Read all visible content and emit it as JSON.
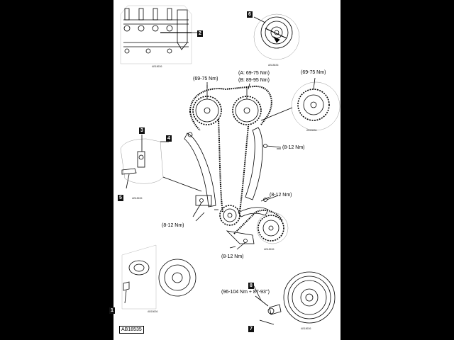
{
  "torque_labels": {
    "cam_left": "(69-75 Nm)",
    "cam_right_a": "(A: 69-75 Nm)",
    "cam_right_b": "(B: 89-95 Nm)",
    "detail_sprocket": "(69-75 Nm)",
    "guide_right": "(8-12 Nm)",
    "guide_mid_right": "(8-12 Nm)",
    "guide_left": "(8-12 Nm)",
    "guide_bottom": "(8-12 Nm)",
    "crank_bolt": "(96-104 Nm + 87-93°)"
  },
  "callouts": {
    "c1": "1",
    "c2": "2",
    "c3": "3",
    "c4": "4",
    "c5": "5",
    "c6": "6",
    "c7": "7",
    "c8": "8"
  },
  "detail_refs": {
    "top_left": "AB18636",
    "top_right": "AB18636",
    "right_detail": "AB18636",
    "left_detail": "AB18636",
    "center": "AB18636",
    "bottom_left": "AB18636",
    "bottom_right": "AB18636"
  },
  "figure_ref": "AB18535",
  "colors": {
    "background": "#000000",
    "sheet": "#ffffff",
    "ink": "#000000"
  }
}
